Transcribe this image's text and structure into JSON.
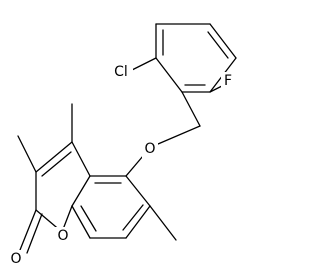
{
  "atom_labels": {
    "chlorine": "Cl",
    "fluorine": "F",
    "ether_oxygen": "O",
    "ring_oxygen": "O",
    "carbonyl_oxygen": "O"
  },
  "colors": {
    "bond": "#000000",
    "label": "#000000",
    "background": "#ffffff"
  }
}
